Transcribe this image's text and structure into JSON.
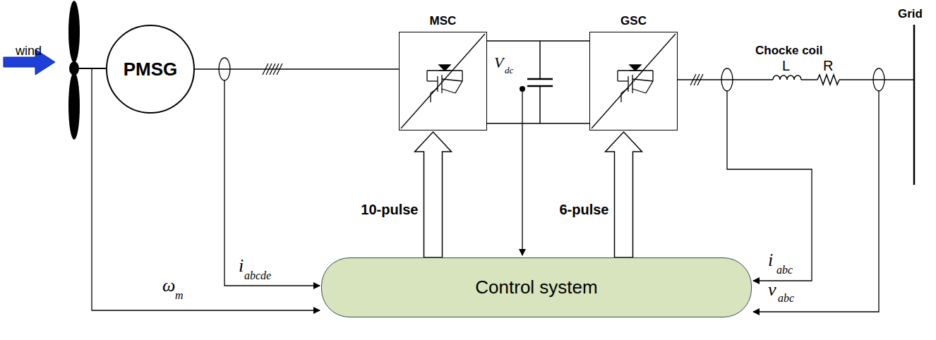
{
  "diagram": {
    "nodes": [
      {
        "text": [
          "PMSG"
        ]
      },
      {
        "text": [
          "MSC"
        ]
      },
      {
        "text": [
          "GSC"
        ]
      },
      {
        "text": [
          "Control system"
        ]
      }
    ],
    "edges": [
      {
        "from": 0,
        "to": 1,
        "arrow": "none"
      },
      {
        "from": 1,
        "to": 2,
        "arrow": "none"
      },
      {
        "from": 3,
        "to": 1,
        "arrow": "to",
        "label": "10-pulse"
      },
      {
        "from": 3,
        "to": 2,
        "arrow": "to",
        "label": "6-pulse"
      }
    ],
    "labels": [
      "wind",
      "i",
      "abcde",
      "ω",
      "m",
      "V",
      "dc",
      "Chocke coil",
      "L",
      "R",
      "Grid",
      "i",
      "abc",
      "v",
      "abc"
    ]
  }
}
